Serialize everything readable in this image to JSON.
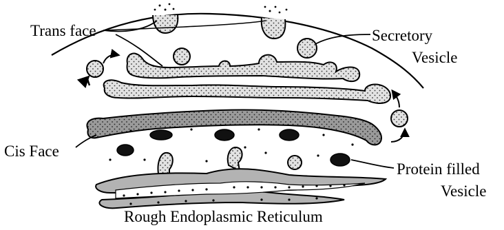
{
  "labels": {
    "trans_face": "Trans face",
    "secretory_vesicle_line1": "Secretory",
    "secretory_vesicle_line2": "Vesicle",
    "cis_face": "Cis Face",
    "protein_vesicle_line1": "Protein filled",
    "protein_vesicle_line2": "Vesicle",
    "rough_er": "Rough Endoplasmic Reticulum"
  },
  "colors": {
    "outline": "#000000",
    "background": "#ffffff",
    "light_fill": "#dcdcdc",
    "cis_fill": "#9a9a9a",
    "er_fill": "#b3b3b3",
    "protein_fill": "#111111"
  }
}
